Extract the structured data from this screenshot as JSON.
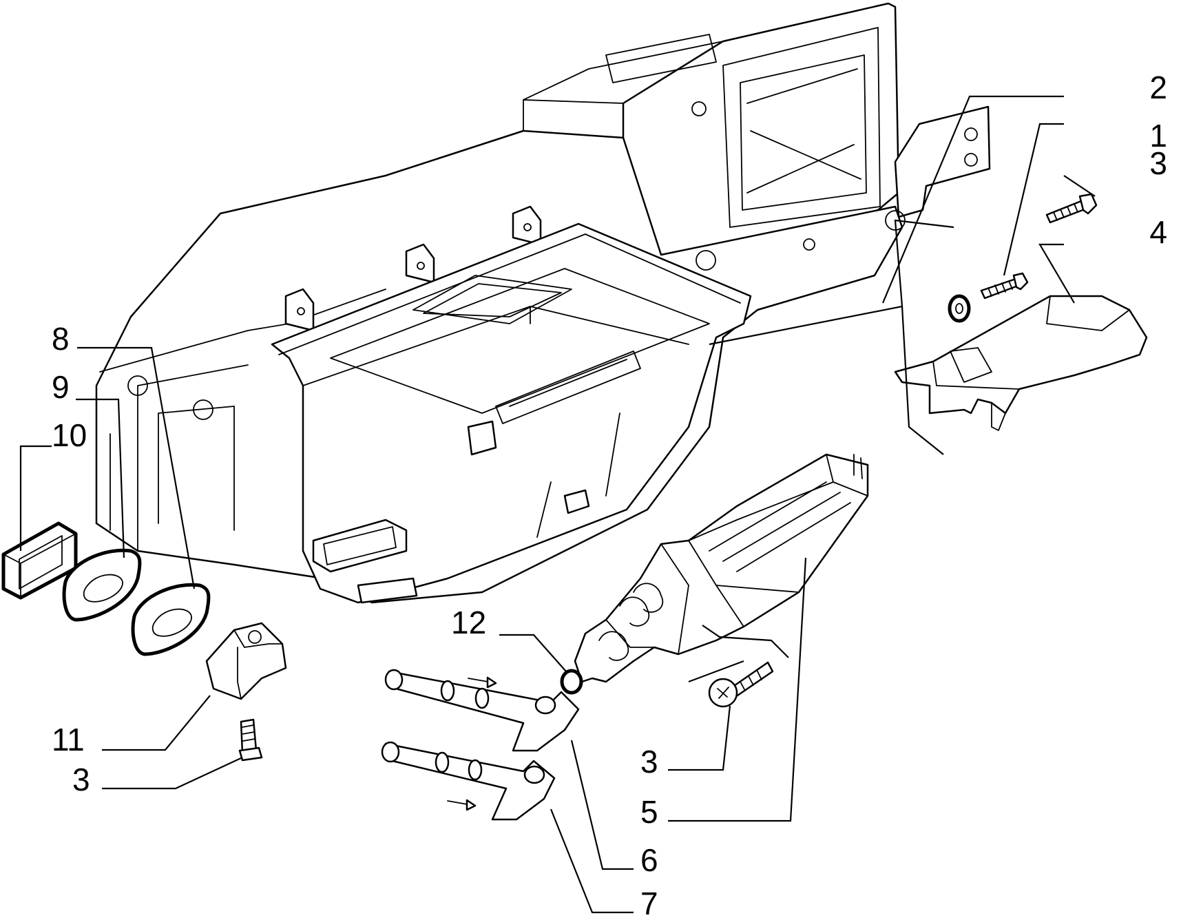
{
  "callouts": [
    {
      "id": "c2",
      "label": "2"
    },
    {
      "id": "c1",
      "label": "1"
    },
    {
      "id": "c3a",
      "label": "3"
    },
    {
      "id": "c4",
      "label": "4"
    },
    {
      "id": "c8",
      "label": "8"
    },
    {
      "id": "c9",
      "label": "9"
    },
    {
      "id": "c10",
      "label": "10"
    },
    {
      "id": "c11",
      "label": "11"
    },
    {
      "id": "c3b",
      "label": "3"
    },
    {
      "id": "c12",
      "label": "12"
    },
    {
      "id": "c3c",
      "label": "3"
    },
    {
      "id": "c5",
      "label": "5"
    },
    {
      "id": "c6",
      "label": "6"
    },
    {
      "id": "c7",
      "label": "7"
    }
  ],
  "colors": {
    "ink": "#000000",
    "paper": "#ffffff"
  }
}
